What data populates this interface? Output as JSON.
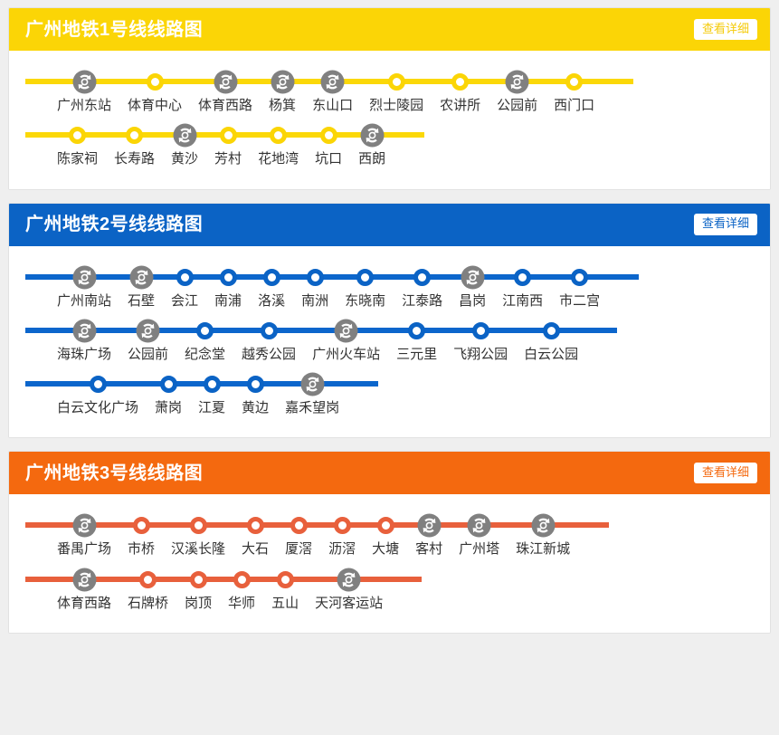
{
  "page": {
    "background": "#efefef",
    "detail_button_label": "查看详细"
  },
  "marker_types": {
    "normal": "station-dot",
    "transfer": "interchange-station-icon"
  },
  "transfer_icon_color": "#808080",
  "lines": [
    {
      "id": "line1",
      "title": "广州地铁1号线线路图",
      "header_color": "#FBD506",
      "accent_color": "#FBD506",
      "track_color": "#FBD808",
      "button_text_color": "#F5CB0A",
      "rows": [
        {
          "stations": [
            {
              "name": "广州东站",
              "type": "transfer"
            },
            {
              "name": "体育中心",
              "type": "normal"
            },
            {
              "name": "体育西路",
              "type": "transfer"
            },
            {
              "name": "杨箕",
              "type": "transfer"
            },
            {
              "name": "东山口",
              "type": "transfer"
            },
            {
              "name": "烈士陵园",
              "type": "normal"
            },
            {
              "name": "农讲所",
              "type": "normal"
            },
            {
              "name": "公园前",
              "type": "transfer"
            },
            {
              "name": "西门口",
              "type": "normal"
            }
          ]
        },
        {
          "stations": [
            {
              "name": "陈家祠",
              "type": "normal"
            },
            {
              "name": "长寿路",
              "type": "normal"
            },
            {
              "name": "黄沙",
              "type": "transfer"
            },
            {
              "name": "芳村",
              "type": "normal"
            },
            {
              "name": "花地湾",
              "type": "normal"
            },
            {
              "name": "坑口",
              "type": "normal"
            },
            {
              "name": "西朗",
              "type": "transfer"
            }
          ]
        }
      ]
    },
    {
      "id": "line2",
      "title": "广州地铁2号线线路图",
      "header_color": "#0B63C5",
      "accent_color": "#0B63C5",
      "track_color": "#0C66CC",
      "button_text_color": "#0B63C5",
      "rows": [
        {
          "stations": [
            {
              "name": "广州南站",
              "type": "transfer"
            },
            {
              "name": "石壁",
              "type": "transfer"
            },
            {
              "name": "会江",
              "type": "normal"
            },
            {
              "name": "南浦",
              "type": "normal"
            },
            {
              "name": "洛溪",
              "type": "normal"
            },
            {
              "name": "南洲",
              "type": "normal"
            },
            {
              "name": "东晓南",
              "type": "normal"
            },
            {
              "name": "江泰路",
              "type": "normal"
            },
            {
              "name": "昌岗",
              "type": "transfer"
            },
            {
              "name": "江南西",
              "type": "normal"
            },
            {
              "name": "市二宫",
              "type": "normal"
            }
          ]
        },
        {
          "stations": [
            {
              "name": "海珠广场",
              "type": "transfer"
            },
            {
              "name": "公园前",
              "type": "transfer"
            },
            {
              "name": "纪念堂",
              "type": "normal"
            },
            {
              "name": "越秀公园",
              "type": "normal"
            },
            {
              "name": "广州火车站",
              "type": "transfer"
            },
            {
              "name": "三元里",
              "type": "normal"
            },
            {
              "name": "飞翔公园",
              "type": "normal"
            },
            {
              "name": "白云公园",
              "type": "normal"
            }
          ]
        },
        {
          "stations": [
            {
              "name": "白云文化广场",
              "type": "normal"
            },
            {
              "name": "萧岗",
              "type": "normal"
            },
            {
              "name": "江夏",
              "type": "normal"
            },
            {
              "name": "黄边",
              "type": "normal"
            },
            {
              "name": "嘉禾望岗",
              "type": "transfer"
            }
          ]
        }
      ]
    },
    {
      "id": "line3",
      "title": "广州地铁3号线线路图",
      "header_color": "#F4690F",
      "accent_color": "#E8603C",
      "track_color": "#E8603C",
      "button_text_color": "#F4690F",
      "rows": [
        {
          "stations": [
            {
              "name": "番禺广场",
              "type": "transfer"
            },
            {
              "name": "市桥",
              "type": "normal"
            },
            {
              "name": "汉溪长隆",
              "type": "normal"
            },
            {
              "name": "大石",
              "type": "normal"
            },
            {
              "name": "厦滘",
              "type": "normal"
            },
            {
              "name": "沥滘",
              "type": "normal"
            },
            {
              "name": "大塘",
              "type": "normal"
            },
            {
              "name": "客村",
              "type": "transfer"
            },
            {
              "name": "广州塔",
              "type": "transfer"
            },
            {
              "name": "珠江新城",
              "type": "transfer"
            }
          ]
        },
        {
          "stations": [
            {
              "name": "体育西路",
              "type": "transfer"
            },
            {
              "name": "石牌桥",
              "type": "normal"
            },
            {
              "name": "岗顶",
              "type": "normal"
            },
            {
              "name": "华师",
              "type": "normal"
            },
            {
              "name": "五山",
              "type": "normal"
            },
            {
              "name": "天河客运站",
              "type": "transfer"
            }
          ]
        }
      ]
    }
  ]
}
